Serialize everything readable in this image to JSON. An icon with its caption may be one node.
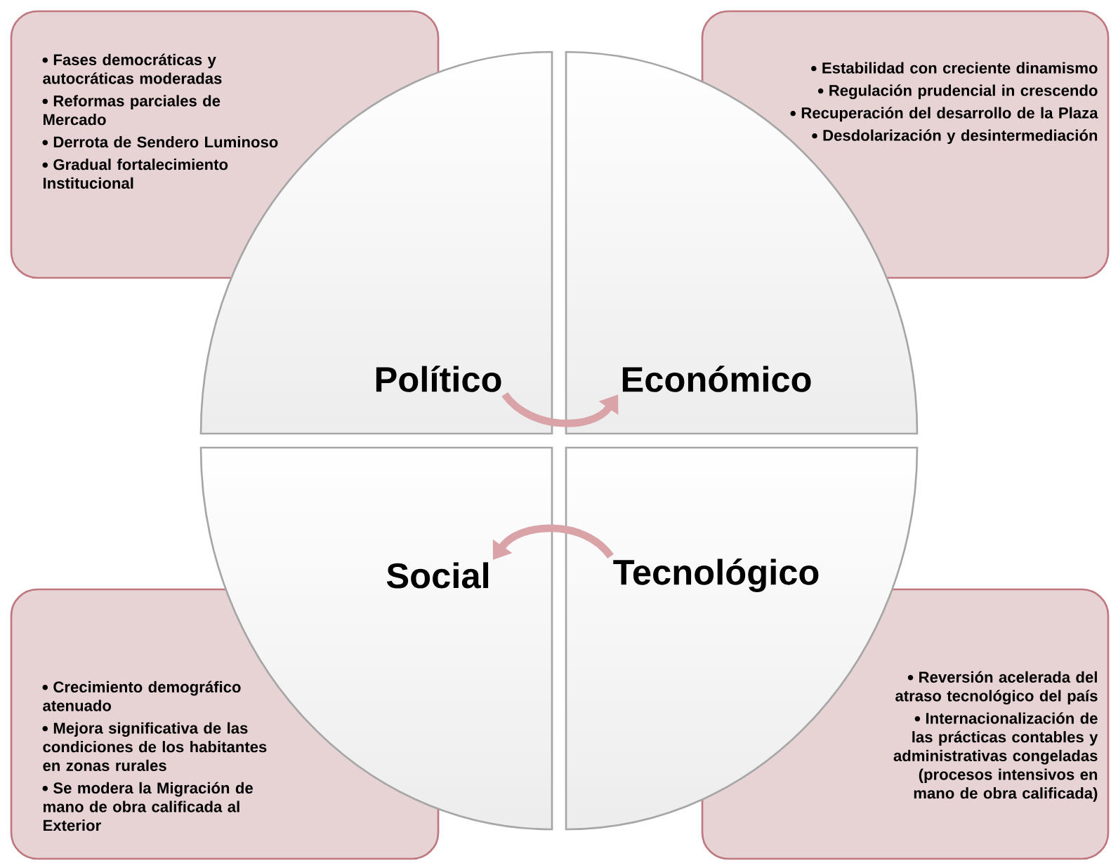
{
  "diagram": {
    "nodes": [
      {
        "text": [
          "Fases democráticas y autocráticas moderadas",
          "Reformas parciales de Mercado",
          "Derrota de Sendero Luminoso",
          "Gradual fortalecimiento Institucional"
        ]
      },
      {
        "text": [
          "Estabilidad con creciente dinamismo",
          "Regulación prudencial in crescendo",
          "Recuperación del desarrollo de la Plaza",
          "Desdolarización y desintermediación"
        ]
      },
      {
        "text": [
          "Político"
        ]
      },
      {
        "text": [
          "Económico"
        ]
      },
      {
        "text": [
          "Social"
        ]
      },
      {
        "text": [
          "Tecnológico"
        ]
      },
      {
        "text": [
          "Crecimiento demográfico atenuado",
          "Mejora significativa de las condiciones de los habitantes en zonas rurales",
          "Se modera la Migración de mano de obra calificada al Exterior"
        ]
      },
      {
        "text": [
          "Reversión acelerada del atraso tecnológico del país",
          "Internacionalización de las prácticas contables y administrativas congeladas (procesos intensivos en mano de obra calificada)"
        ]
      }
    ],
    "edges": [
      {
        "from": 2,
        "to": 3,
        "arrow": "to"
      },
      {
        "from": 5,
        "to": 4,
        "arrow": "to"
      }
    ]
  }
}
